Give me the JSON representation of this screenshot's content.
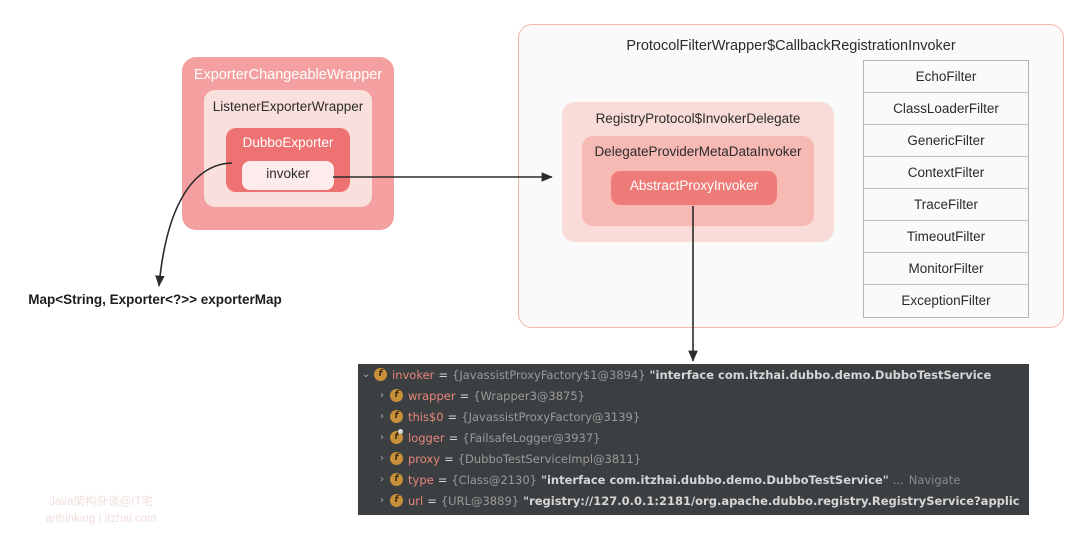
{
  "diagram": {
    "left_stack": {
      "outer_label": "ExporterChangeableWrapper",
      "middle_label": "ListenerExporterWrapper",
      "inner_label": "DubboExporter",
      "innermost_label": "invoker"
    },
    "exporter_map_label": "Map<String, Exporter<?>> exporterMap",
    "right_stack": {
      "outer_label": "ProtocolFilterWrapper$CallbackRegistrationInvoker",
      "middle_label": "RegistryProtocol$InvokerDelegate",
      "inner_label": "DelegateProviderMetaDataInvoker",
      "innermost_label": "AbstractProxyInvoker"
    },
    "filters": [
      "EchoFilter",
      "ClassLoaderFilter",
      "GenericFilter",
      "ContextFilter",
      "TraceFilter",
      "TimeoutFilter",
      "MonitorFilter",
      "ExceptionFilter"
    ],
    "colors": {
      "outer_pink": "#f4a0a0",
      "light_pink": "#fae0dd",
      "strong_red": "#ef7272",
      "pale_pink": "#fdeceb",
      "wrapper_border": "#f3b3ae",
      "delegate_pink": "#f9dbd7",
      "provider_pink": "#f6b9b3",
      "proxy_red": "#ef7b79",
      "debugger_bg": "#3c3f41",
      "field_name": "#e8877a",
      "field_icon": "#c8903a"
    }
  },
  "debugger": {
    "rows": [
      {
        "expanded": true,
        "indent": 0,
        "icon": "field-icon",
        "static": false,
        "name": "invoker",
        "eq": "=",
        "value": "{JavassistProxyFactory$1@3894}",
        "string": "\"interface com.itzhai.dubbo.demo.DubboTestService",
        "ellipsis": "",
        "navigate": ""
      },
      {
        "expanded": false,
        "indent": 1,
        "icon": "field-icon",
        "static": false,
        "name": "wrapper",
        "eq": "=",
        "value": "{Wrapper3@3875}",
        "string": "",
        "ellipsis": "",
        "navigate": ""
      },
      {
        "expanded": false,
        "indent": 1,
        "icon": "field-icon",
        "static": false,
        "name": "this$0",
        "eq": "=",
        "value": "{JavassistProxyFactory@3139}",
        "string": "",
        "ellipsis": "",
        "navigate": ""
      },
      {
        "expanded": false,
        "indent": 1,
        "icon": "field-icon",
        "static": true,
        "name": "logger",
        "eq": "=",
        "value": "{FailsafeLogger@3937}",
        "string": "",
        "ellipsis": "",
        "navigate": ""
      },
      {
        "expanded": false,
        "indent": 1,
        "icon": "field-icon",
        "static": false,
        "name": "proxy",
        "eq": "=",
        "value": "{DubboTestServiceImpl@3811}",
        "string": "",
        "ellipsis": "",
        "navigate": ""
      },
      {
        "expanded": false,
        "indent": 1,
        "icon": "field-icon",
        "static": false,
        "name": "type",
        "eq": "=",
        "value": "{Class@2130}",
        "string": "\"interface com.itzhai.dubbo.demo.DubboTestService\"",
        "ellipsis": "...",
        "navigate": "Navigate"
      },
      {
        "expanded": false,
        "indent": 1,
        "icon": "field-icon",
        "static": false,
        "name": "url",
        "eq": "=",
        "value": "{URL@3889}",
        "string": "\"registry://127.0.0.1:2181/org.apache.dubbo.registry.RegistryService?applic",
        "ellipsis": "",
        "navigate": ""
      }
    ]
  },
  "watermark": {
    "line1": "Java架构杂谈@IT宅",
    "line2": "arthinking / itzhai.com"
  }
}
